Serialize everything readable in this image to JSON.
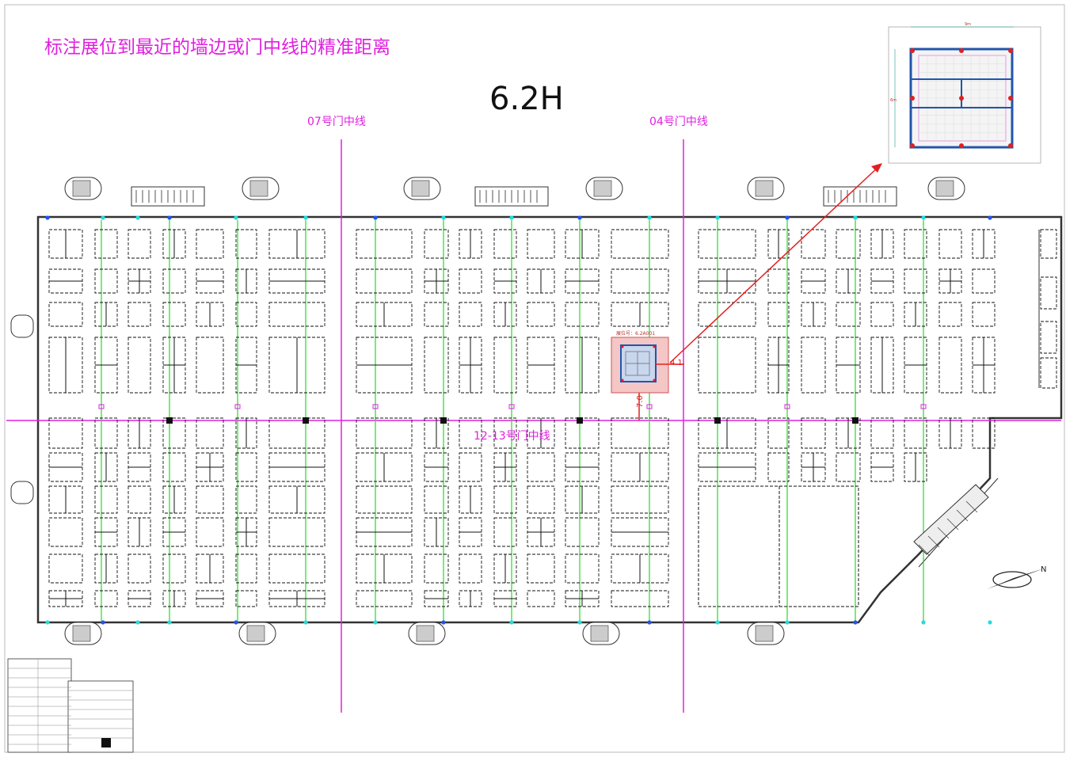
{
  "heading": "标注展位到最近的墙边或门中线的精准距离",
  "hall_name": "6.2H",
  "gate_lines": {
    "gate_07": "07号门中线",
    "gate_04": "04号门中线",
    "gate_12_13": "12-13号门中线"
  },
  "booth_tag": "展位号：6.2A001",
  "dimensions": {
    "to_wall": "4.1",
    "to_gate_line": "7.0"
  },
  "inset": {
    "width_label": "9m",
    "height_label": "6m"
  },
  "colors": {
    "accent_magenta": "#e020e0",
    "guide_green": "#22dd22",
    "callout_red": "#e02020",
    "booth_outline": "#111111"
  }
}
